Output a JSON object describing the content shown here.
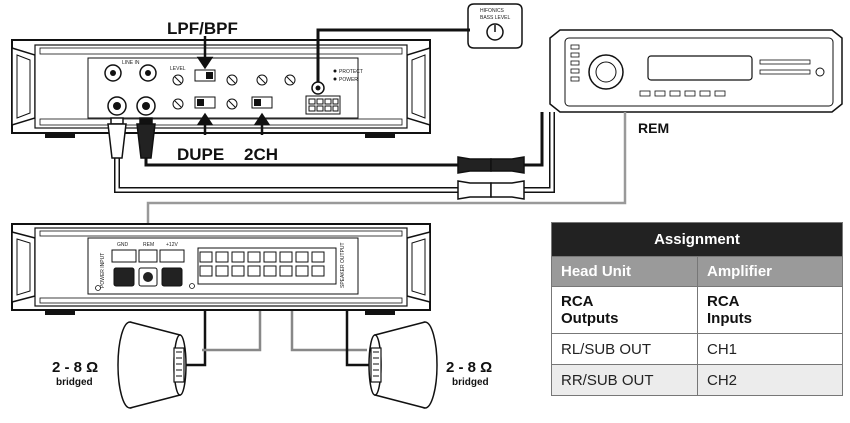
{
  "labels": {
    "lpf_bpf": "LPF/BPF",
    "dupe": "DUPE",
    "two_ch": "2CH",
    "rem": "REM",
    "impedance_left": "2 - 8 Ω",
    "bridged_left": "bridged",
    "impedance_right": "2 - 8 Ω",
    "bridged_right": "bridged"
  },
  "remote": {
    "brand": "HIFONICS",
    "title": "BASS LEVEL"
  },
  "amp_top": {
    "level_label": "LEVEL",
    "input_label": "LINE IN",
    "power_label": "POWER",
    "protect_label": "PROTECT"
  },
  "amp_bottom": {
    "gnd": "GND",
    "rem": "REM",
    "plus12v": "+12V",
    "power_input": "POWER INPUT",
    "speaker_output": "SPEAKER OUTPUT"
  },
  "table": {
    "title": "Assignment",
    "headers": [
      "Head Unit",
      "Amplifier"
    ],
    "rows": [
      [
        "RCA\nOutputs",
        "RCA\nInputs"
      ],
      [
        "RL/SUB OUT",
        "CH1"
      ],
      [
        "RR/SUB OUT",
        "CH2"
      ]
    ]
  }
}
